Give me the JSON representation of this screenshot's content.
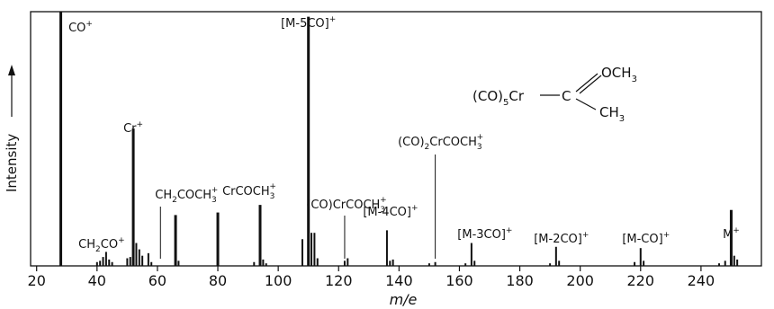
{
  "chart_data": {
    "type": "bar",
    "xlabel": "m/e",
    "ylabel": "Intensity",
    "xlim": [
      18,
      260
    ],
    "ylim": [
      0,
      100
    ],
    "xticks": [
      20,
      40,
      60,
      80,
      100,
      120,
      140,
      160,
      180,
      200,
      220,
      240
    ],
    "grid": false,
    "legend": "none",
    "series": [
      {
        "values": [
          {
            "x": 28,
            "y": 100
          },
          {
            "x": 40,
            "y": 1.5
          },
          {
            "x": 41,
            "y": 2
          },
          {
            "x": 42,
            "y": 3.5
          },
          {
            "x": 43,
            "y": 5.5
          },
          {
            "x": 44,
            "y": 2.5
          },
          {
            "x": 45,
            "y": 1.5
          },
          {
            "x": 50,
            "y": 3
          },
          {
            "x": 51,
            "y": 3.5
          },
          {
            "x": 52,
            "y": 54
          },
          {
            "x": 53,
            "y": 9
          },
          {
            "x": 54,
            "y": 6.5
          },
          {
            "x": 55,
            "y": 4
          },
          {
            "x": 57,
            "y": 5
          },
          {
            "x": 58,
            "y": 1.5
          },
          {
            "x": 66,
            "y": 20
          },
          {
            "x": 67,
            "y": 2
          },
          {
            "x": 80,
            "y": 21
          },
          {
            "x": 92,
            "y": 1.5
          },
          {
            "x": 94,
            "y": 24
          },
          {
            "x": 95,
            "y": 2.5
          },
          {
            "x": 96,
            "y": 1
          },
          {
            "x": 108,
            "y": 10.5
          },
          {
            "x": 110,
            "y": 98
          },
          {
            "x": 111,
            "y": 13
          },
          {
            "x": 112,
            "y": 13
          },
          {
            "x": 113,
            "y": 3
          },
          {
            "x": 122,
            "y": 2
          },
          {
            "x": 123,
            "y": 3
          },
          {
            "x": 136,
            "y": 14
          },
          {
            "x": 137,
            "y": 2
          },
          {
            "x": 138,
            "y": 2.5
          },
          {
            "x": 150,
            "y": 1
          },
          {
            "x": 152,
            "y": 1.5
          },
          {
            "x": 162,
            "y": 1
          },
          {
            "x": 164,
            "y": 9
          },
          {
            "x": 165,
            "y": 2
          },
          {
            "x": 190,
            "y": 1
          },
          {
            "x": 192,
            "y": 7.5
          },
          {
            "x": 193,
            "y": 2
          },
          {
            "x": 218,
            "y": 1.5
          },
          {
            "x": 220,
            "y": 7
          },
          {
            "x": 221,
            "y": 2
          },
          {
            "x": 246,
            "y": 1
          },
          {
            "x": 248,
            "y": 2
          },
          {
            "x": 250,
            "y": 22
          },
          {
            "x": 251,
            "y": 4
          },
          {
            "x": 252,
            "y": 2.5
          }
        ]
      }
    ],
    "annotations": [
      {
        "id": "co",
        "base": "CO",
        "sup": "+",
        "x": 28,
        "leader": false
      },
      {
        "id": "ch2co",
        "parts": [
          [
            "t",
            "CH"
          ],
          [
            "sub",
            "2"
          ],
          [
            "t",
            "CO"
          ],
          [
            "sup",
            "+"
          ]
        ],
        "x": 43,
        "leader": false
      },
      {
        "id": "cr",
        "base": "Cr",
        "sup": "+",
        "x": 52,
        "leader": false
      },
      {
        "id": "ch2coch3",
        "parts": [
          [
            "t",
            "CH"
          ],
          [
            "sub",
            "2"
          ],
          [
            "t",
            "COCH"
          ],
          [
            "subsup",
            "3",
            "+"
          ]
        ],
        "x": 61,
        "leader": true
      },
      {
        "id": "crcoch3",
        "parts": [
          [
            "t",
            "CrCOCH"
          ],
          [
            "subsup",
            "3",
            "+"
          ]
        ],
        "x": 94,
        "leader": false
      },
      {
        "id": "m5co",
        "parts": [
          [
            "t",
            "[M-5CO]"
          ],
          [
            "sup",
            "+"
          ]
        ],
        "x": 110,
        "leader": false
      },
      {
        "id": "cocrcoch3",
        "parts": [
          [
            "t",
            "(CO)CrCOCH"
          ],
          [
            "subsup",
            "3",
            "+"
          ]
        ],
        "x": 122,
        "leader": true
      },
      {
        "id": "m4co",
        "parts": [
          [
            "t",
            "[M-4CO]"
          ],
          [
            "sup",
            "+"
          ]
        ],
        "x": 136,
        "leader": false
      },
      {
        "id": "co2crcoch3",
        "parts": [
          [
            "t",
            "(CO)"
          ],
          [
            "sub",
            "2"
          ],
          [
            "t",
            "CrCOCH"
          ],
          [
            "subsup",
            "3",
            "+"
          ]
        ],
        "x": 152,
        "leader": true
      },
      {
        "id": "m3co",
        "parts": [
          [
            "t",
            "[M-3CO]"
          ],
          [
            "sup",
            "+"
          ]
        ],
        "x": 164,
        "leader": false
      },
      {
        "id": "m2co",
        "parts": [
          [
            "t",
            "[M-2CO]"
          ],
          [
            "sup",
            "+"
          ]
        ],
        "x": 192,
        "leader": false
      },
      {
        "id": "mco",
        "parts": [
          [
            "t",
            "[M-CO]"
          ],
          [
            "sup",
            "+"
          ]
        ],
        "x": 220,
        "leader": false
      },
      {
        "id": "m",
        "base": "M",
        "sup": "+",
        "x": 250,
        "leader": false
      }
    ],
    "structure": {
      "left": "(CO)",
      "left_sub": "5",
      "metal": "Cr",
      "carbon": "C",
      "upper": "OCH",
      "upper_sub": "3",
      "lower": "CH",
      "lower_sub": "3"
    }
  }
}
